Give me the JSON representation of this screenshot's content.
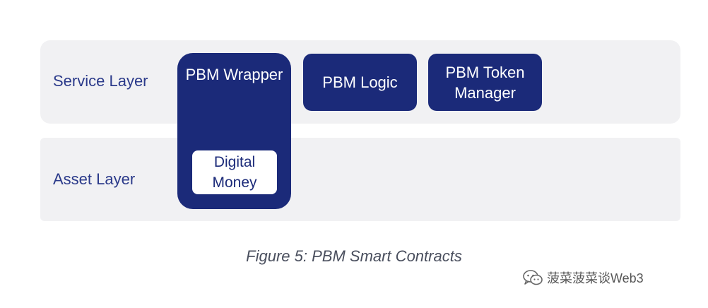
{
  "layers": {
    "service": {
      "label": "Service Layer"
    },
    "asset": {
      "label": "Asset Layer"
    }
  },
  "components": {
    "pbm_wrapper": "PBM Wrapper",
    "pbm_logic": "PBM Logic",
    "pbm_token_manager": "PBM Token\nManager",
    "digital_money": "Digital\nMoney"
  },
  "caption": "Figure 5: PBM Smart Contracts",
  "watermark": {
    "icon": "wechat-icon",
    "text": "菠菜菠菜谈Web3"
  },
  "colors": {
    "navy": "#1b2a79",
    "band": "#f1f1f3",
    "label": "#2b3a8a"
  }
}
